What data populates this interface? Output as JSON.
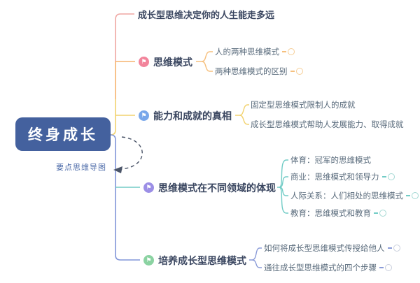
{
  "root": {
    "label": "终身成长",
    "subtitle": "要点思维导图",
    "color": "#44619E"
  },
  "branches": [
    {
      "label": "成长型思维决定你的人生能走多远",
      "line_color": "#EFA6A2",
      "children": []
    },
    {
      "label": "思维模式",
      "icon": "flag-icon",
      "icon_color": "#F2849B",
      "line_color": "#F6B36E",
      "badge_color": "#F6CE97",
      "children": [
        {
          "label": "人的两种思维模式",
          "collapse_badge": true
        },
        {
          "label": "两种思维模式的区别",
          "collapse_badge": true
        }
      ]
    },
    {
      "label": "能力和成就的真相",
      "icon": "flag-icon",
      "icon_color": "#79A7EA",
      "line_color": "#F2D26E",
      "badge_color": "",
      "children": [
        {
          "label": "固定型思维模式限制人的成就",
          "collapse_badge": false
        },
        {
          "label": "成长型思维模式帮助人发展能力、取得成就",
          "collapse_badge": false
        }
      ]
    },
    {
      "label": "思维模式在不同领域的体现",
      "icon": "flag-icon",
      "icon_color": "#9C8FE6",
      "line_color": "#72CCC6",
      "badge_color": "#A5D9D4",
      "children": [
        {
          "label": "体育：冠军的思维模式",
          "collapse_badge": false
        },
        {
          "label": "商业：思维模式和领导力",
          "collapse_badge": true
        },
        {
          "label": "人际关系：人们相处的思维模式",
          "collapse_badge": true
        },
        {
          "label": "教育：思维模式和教育",
          "collapse_badge": true
        }
      ]
    },
    {
      "label": "培养成长型思维模式",
      "icon": "flag-icon",
      "icon_color": "#8BD3A2",
      "line_color": "#8095D8",
      "badge_color": "#C9CFDC",
      "children": [
        {
          "label": "如何将成长型思维模式传授给他人",
          "collapse_badge": true
        },
        {
          "label": "通往成长型思维模式的四个步骤",
          "collapse_badge": true
        }
      ]
    }
  ]
}
